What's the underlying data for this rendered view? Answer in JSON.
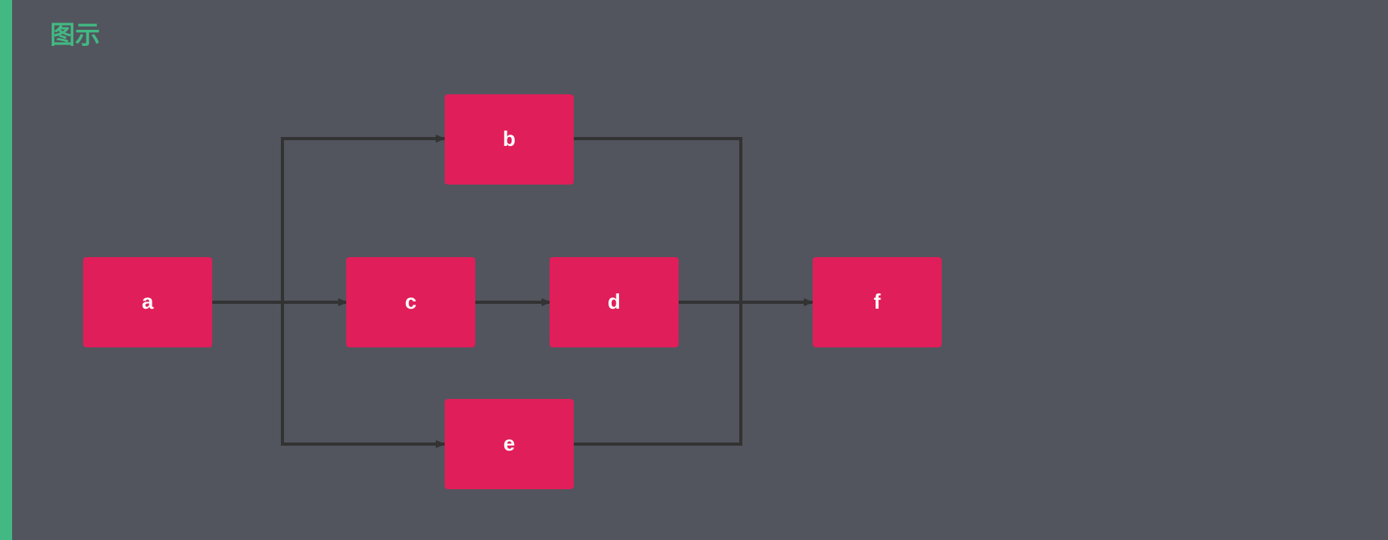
{
  "header": {
    "title": "图示"
  },
  "colors": {
    "background": "#52555e",
    "accent": "#42b983",
    "node_fill": "#e01e5a",
    "node_text": "#ffffff",
    "edge": "#333333"
  },
  "diagram": {
    "nodes": [
      {
        "id": "a",
        "label": "a"
      },
      {
        "id": "b",
        "label": "b"
      },
      {
        "id": "c",
        "label": "c"
      },
      {
        "id": "d",
        "label": "d"
      },
      {
        "id": "e",
        "label": "e"
      },
      {
        "id": "f",
        "label": "f"
      }
    ],
    "edges": [
      {
        "from": "a",
        "to": "b"
      },
      {
        "from": "a",
        "to": "c"
      },
      {
        "from": "a",
        "to": "e"
      },
      {
        "from": "c",
        "to": "d"
      },
      {
        "from": "b",
        "to": "f"
      },
      {
        "from": "d",
        "to": "f"
      },
      {
        "from": "e",
        "to": "f"
      }
    ]
  }
}
